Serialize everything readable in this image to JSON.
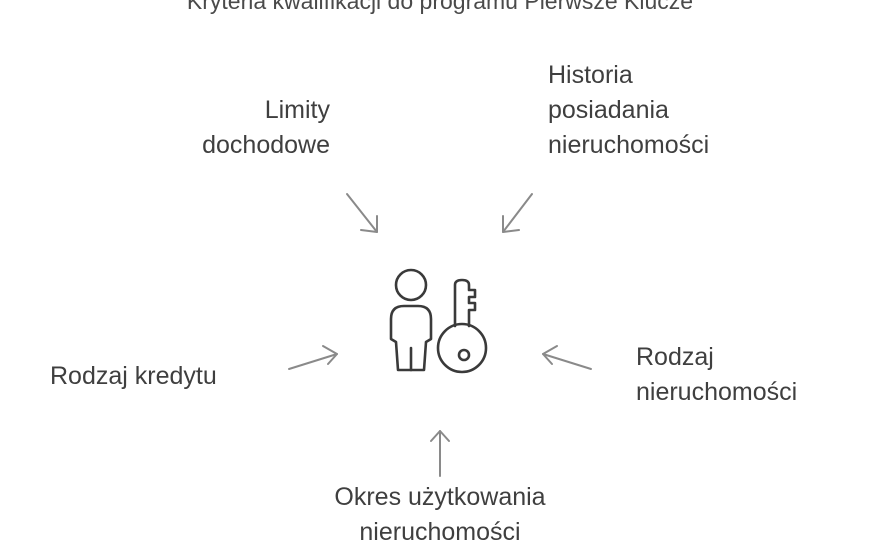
{
  "title": "Kryteria kwalifikacji do programu Pierwsze Klucze",
  "center_icon": "person-with-key-icon",
  "criteria": {
    "income_limits": [
      "Limity",
      "dochodowe"
    ],
    "ownership_history": [
      "Historia",
      "posiadania",
      "nieruchomości"
    ],
    "loan_type": [
      "Rodzaj kredytu"
    ],
    "property_type": [
      "Rodzaj",
      "nieruchomości"
    ],
    "usage_period": [
      "Okres użytkowania",
      "nieruchomości"
    ]
  },
  "colors": {
    "text": "#3f3f3f",
    "icon_stroke": "#3a3a3a",
    "arrow": "#8a8a8a",
    "background": "#ffffff"
  }
}
